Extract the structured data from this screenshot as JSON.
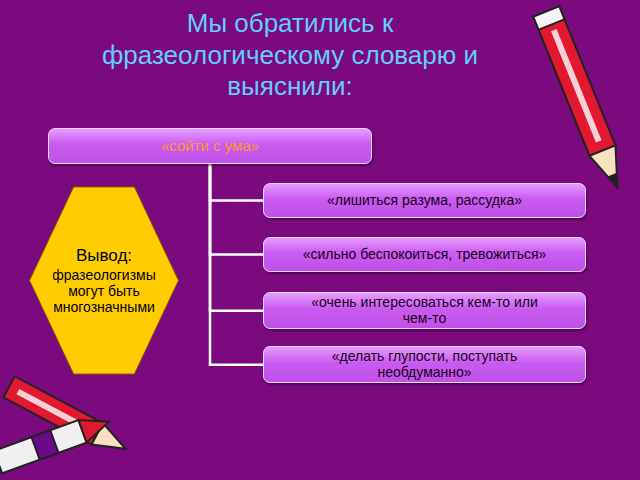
{
  "diagram": {
    "title": "Мы обратились к фразеологическому словарю и выяснили:",
    "nodes": [
      {
        "text": [
          "«сойти с ума»"
        ]
      },
      {
        "text": [
          "«лишиться разума, рассудка»"
        ]
      },
      {
        "text": [
          "«сильно беспокоиться, тревожиться»"
        ]
      },
      {
        "text": [
          "«очень интересоваться кем-то или чем-то"
        ]
      },
      {
        "text": [
          "«делать глупости, поступать необдуманно»"
        ]
      },
      {
        "text": [
          "Вывод:",
          "фразеологизмы могут быть многозначными"
        ]
      }
    ],
    "edges": [
      {
        "from": 0,
        "to": 1,
        "arrow": "none"
      },
      {
        "from": 0,
        "to": 2,
        "arrow": "none"
      },
      {
        "from": 0,
        "to": 3,
        "arrow": "none"
      },
      {
        "from": 0,
        "to": 4,
        "arrow": "none"
      }
    ]
  }
}
